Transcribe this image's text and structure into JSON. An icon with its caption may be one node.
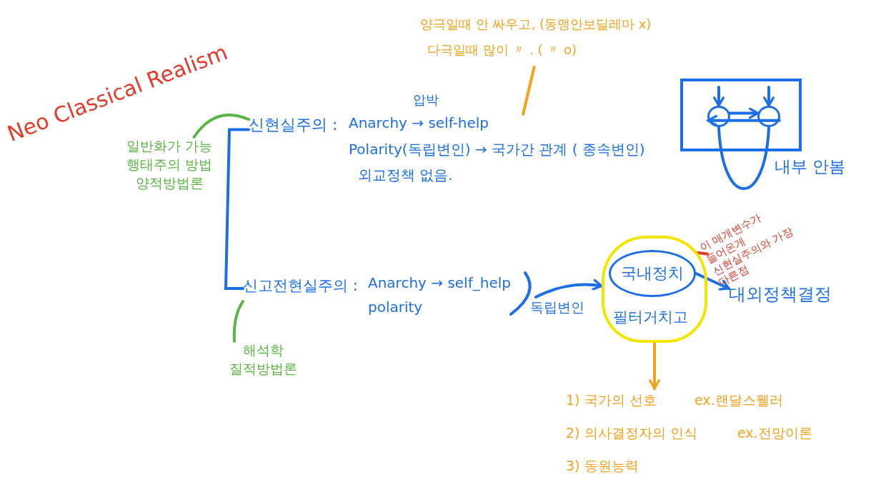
{
  "diagram": {
    "title": "Neo Classical Realism",
    "nodes": [
      {
        "text": [
          "일반화가 가능 행태주의 방법 양적방법론"
        ]
      },
      {
        "text": [
          "신현실주의 :"
        ]
      },
      {
        "text": [
          "Anarchy → self-help",
          "Polarity(독립변인) → 국가간 관계 ( 종속변인)",
          "외교정책 없음."
        ]
      },
      {
        "text": [
          "양극일때 안 싸우고, (동맹안보딜레마 x)",
          "다극일때 많이 〃 . (   〃   o)"
        ]
      },
      {
        "text": [],
        "shape": "box",
        "beside": [
          "내부 안봄"
        ]
      },
      {
        "text": [],
        "shape": "circle",
        "in": 4
      },
      {
        "text": [],
        "shape": "circle",
        "in": 4
      },
      {
        "text": [
          "신고전현실주의 :"
        ]
      },
      {
        "text": [
          "해석학 질적방법론"
        ]
      },
      {
        "text": [
          "Anarchy → self_help",
          "polarity"
        ]
      },
      {
        "text": [
          "필터거치고"
        ]
      },
      {
        "text": [
          "국내정치"
        ],
        "in": 10
      },
      {
        "text": [
          "대외정책결정"
        ]
      },
      {
        "text": [
          "이 매개변수가 들어온게 신현실주의와 가장 다른점"
        ]
      },
      {
        "text": [
          "1) 국가의 선호",
          "ex.랜달스웰러",
          "2) 의사결정자의 인식",
          "ex.전망이론",
          "3) 동원능력"
        ]
      }
    ],
    "edges": [
      {
        "from": 0,
        "to": 1,
        "arrow": "none",
        "color": "#5ab544"
      },
      {
        "from": 1,
        "to": 7,
        "arrow": "none"
      },
      {
        "from": 8,
        "to": 7,
        "arrow": "none",
        "color": "#5ab544"
      },
      {
        "from": 3,
        "to": 2,
        "arrow": "none",
        "color": "#f4a11c"
      },
      {
        "from": null,
        "to": 5,
        "arrow": "to"
      },
      {
        "from": null,
        "to": 6,
        "arrow": "to"
      },
      {
        "from": 5,
        "to": 6,
        "arrow": "to"
      },
      {
        "from": 6,
        "to": 5,
        "arrow": "to"
      },
      {
        "from": 5,
        "to": 6,
        "arrow": "none"
      },
      {
        "from": 9,
        "to": 10,
        "arrow": "to",
        "label": "독립변인"
      },
      {
        "from": 11,
        "to": 12,
        "arrow": "to"
      },
      {
        "from": 13,
        "to": 10,
        "arrow": "none",
        "color": "#e5392b"
      },
      {
        "from": 10,
        "to": 14,
        "arrow": "to",
        "color": "#f4a11c"
      }
    ],
    "labels": [
      "압박"
    ]
  }
}
